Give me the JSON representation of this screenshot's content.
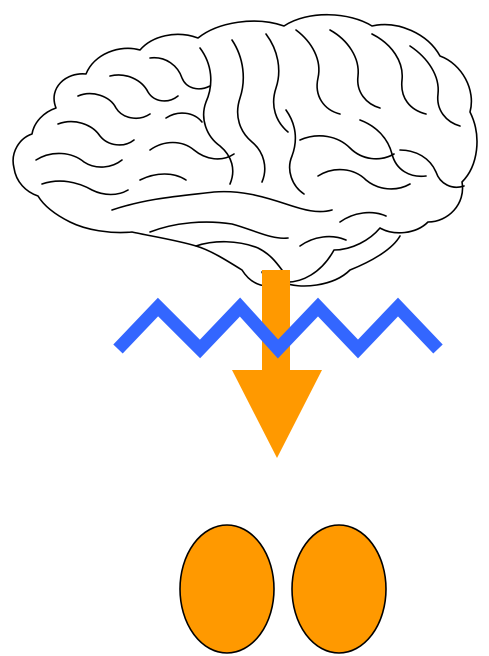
{
  "diagram": {
    "colors": {
      "background": "#ffffff",
      "brain_outline": "#000000",
      "arrow": "#ff9900",
      "zigzag": "#3366ff",
      "ellipse_fill": "#ff9900",
      "ellipse_stroke": "#000000"
    },
    "elements": [
      {
        "name": "brain-drawing",
        "kind": "line-drawing"
      },
      {
        "name": "downward-arrow",
        "kind": "arrow",
        "direction": "down"
      },
      {
        "name": "zigzag-line",
        "kind": "wave"
      },
      {
        "name": "left-ellipse",
        "kind": "ellipse"
      },
      {
        "name": "right-ellipse",
        "kind": "ellipse"
      }
    ]
  }
}
